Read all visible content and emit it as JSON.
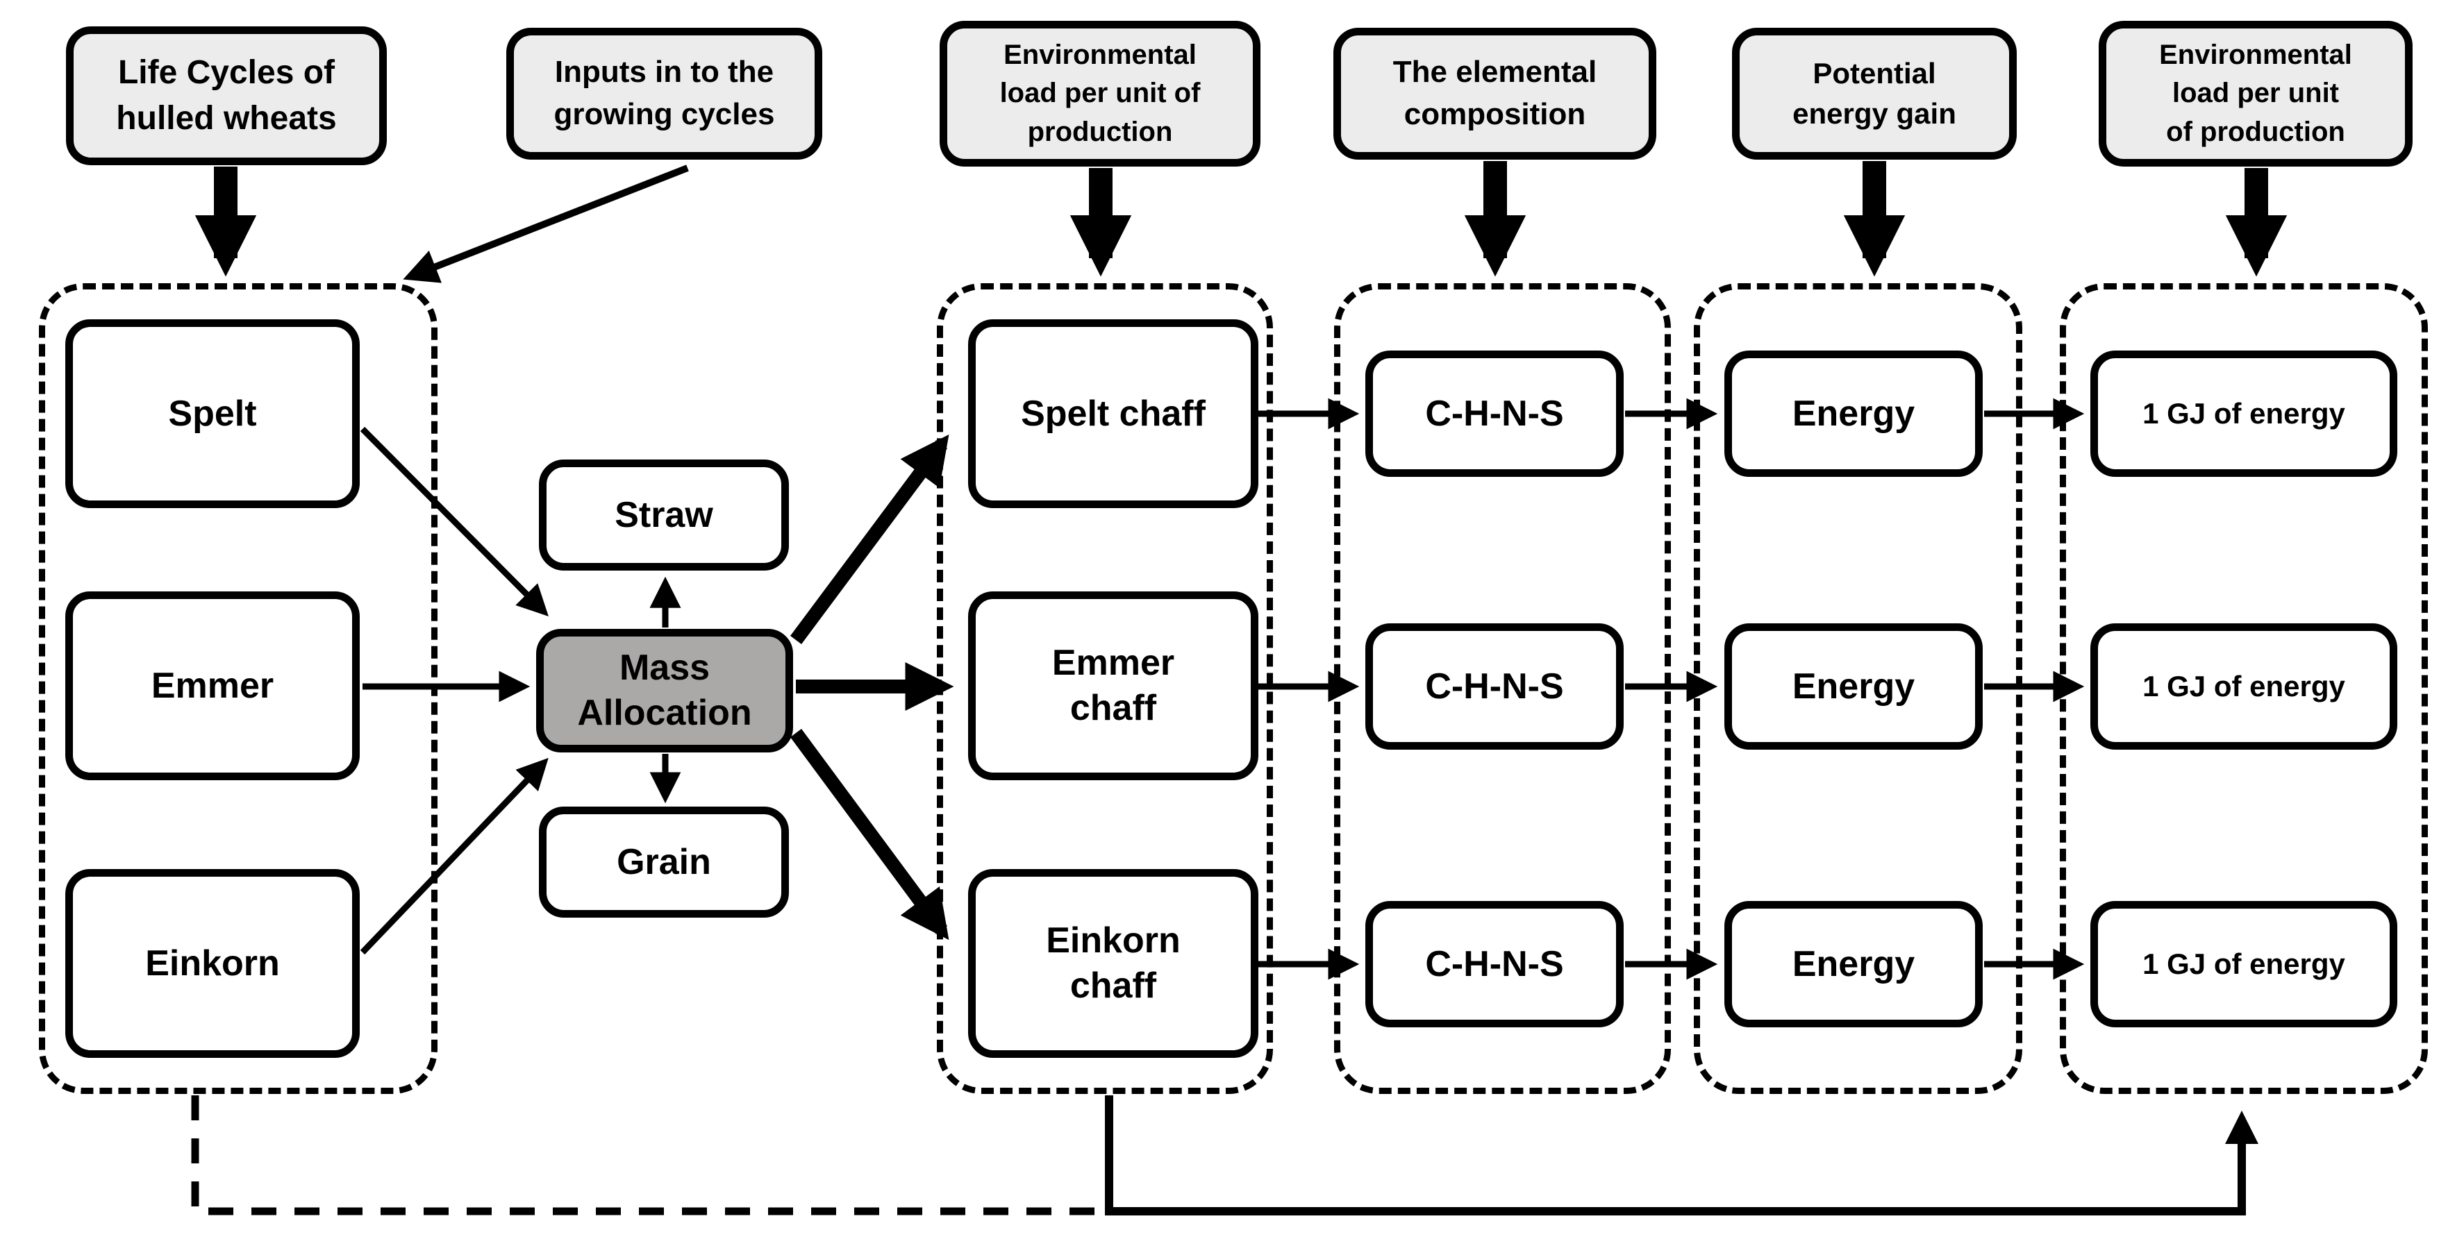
{
  "headers": [
    {
      "label": "Life Cycles of\nhulled wheats"
    },
    {
      "label": "Inputs in to the\ngrowing cycles"
    },
    {
      "label": "Environmental\nload per unit of\nproduction"
    },
    {
      "label": "The elemental\ncomposition"
    },
    {
      "label": "Potential\nenergy gain"
    },
    {
      "label": "Environmental\nload per unit\nof production"
    }
  ],
  "wheats": {
    "items": [
      "Spelt",
      "Emmer",
      "Einkorn"
    ]
  },
  "allocation": {
    "straw": "Straw",
    "mass": "Mass\nAllocation",
    "grain": "Grain"
  },
  "chaff": {
    "items": [
      "Spelt chaff",
      "Emmer\nchaff",
      "Einkorn\nchaff"
    ]
  },
  "composition": {
    "items": [
      "C-H-N-S",
      "C-H-N-S",
      "C-H-N-S"
    ]
  },
  "energy": {
    "items": [
      "Energy",
      "Energy",
      "Energy"
    ]
  },
  "output": {
    "items": [
      "1 GJ of energy",
      "1 GJ of energy",
      "1 GJ of energy"
    ]
  },
  "colors": {
    "background": "#ffffff",
    "line": "#000000",
    "box_border": "#000000",
    "header_fill": "#ececec",
    "box_fill": "#ffffff",
    "mass_allocation_fill": "#aba8a8"
  }
}
